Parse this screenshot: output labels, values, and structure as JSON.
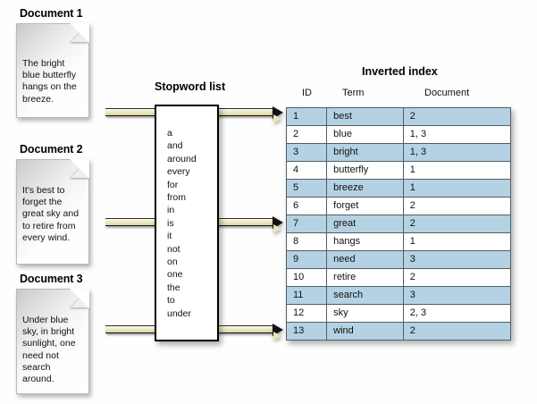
{
  "documents": [
    {
      "title": "Document 1",
      "text": "The bright blue butterfly hangs on the breeze."
    },
    {
      "title": "Document 2",
      "text": "It's best to forget the great sky and to retire from every wind."
    },
    {
      "title": "Document 3",
      "text": "Under blue sky, in bright sunlight, one need not search around."
    }
  ],
  "stopword": {
    "title": "Stopword list",
    "words": [
      "a",
      "and",
      "around",
      "every",
      "for",
      "from",
      "in",
      "is",
      "it",
      "not",
      "on",
      "one",
      "the",
      "to",
      "under"
    ]
  },
  "index": {
    "title": "Inverted index",
    "columns": [
      "ID",
      "Term",
      "Document"
    ],
    "rows": [
      {
        "id": "1",
        "term": "best",
        "document": "2"
      },
      {
        "id": "2",
        "term": "blue",
        "document": "1, 3"
      },
      {
        "id": "3",
        "term": "bright",
        "document": "1, 3"
      },
      {
        "id": "4",
        "term": "butterfly",
        "document": "1"
      },
      {
        "id": "5",
        "term": "breeze",
        "document": "1"
      },
      {
        "id": "6",
        "term": "forget",
        "document": "2"
      },
      {
        "id": "7",
        "term": "great",
        "document": "2"
      },
      {
        "id": "8",
        "term": "hangs",
        "document": "1"
      },
      {
        "id": "9",
        "term": "need",
        "document": "3"
      },
      {
        "id": "10",
        "term": "retire",
        "document": "2"
      },
      {
        "id": "11",
        "term": "search",
        "document": "3"
      },
      {
        "id": "12",
        "term": "sky",
        "document": "2, 3"
      },
      {
        "id": "13",
        "term": "wind",
        "document": "2"
      }
    ]
  },
  "colors": {
    "row_highlight": "#b4d2e3",
    "arrow_fill": "#e8e5bb",
    "arrow_outline": "#111111",
    "table_border": "#555c63"
  }
}
